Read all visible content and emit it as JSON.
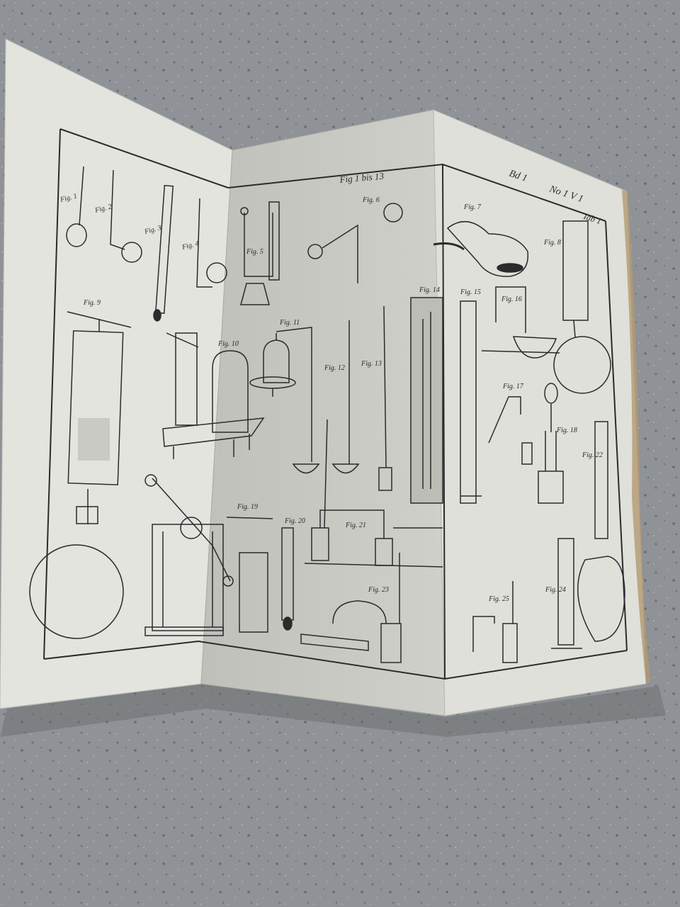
{
  "scene": {
    "kind": "photograph",
    "colors": {
      "concrete": "#8f9296",
      "paper_left": "#e3e4de",
      "paper_mid": "#c7c8c2",
      "paper_right": "#dfe0d9",
      "ink": "#2a2b2d",
      "edge_stain": "#b39a72"
    }
  },
  "plate": {
    "header_left": "Fig 1 bis 13",
    "header_right_a": "Bd 1",
    "header_right_b": "No 1 V 1",
    "tab_label": "Tab 1"
  },
  "figure_labels": [
    "Fig. 1",
    "Fig. 2",
    "Fig. 3",
    "Fig. 4",
    "Fig. 5",
    "Fig. 6",
    "Fig. 7",
    "Fig. 8",
    "Fig. 9",
    "Fig. 10",
    "Fig. 11",
    "Fig. 12",
    "Fig. 13",
    "Fig. 14",
    "Fig. 15",
    "Fig. 16",
    "Fig. 17",
    "Fig. 18",
    "Fig. 19",
    "Fig. 20",
    "Fig. 21",
    "Fig. 22",
    "Fig. 23",
    "Fig. 24",
    "Fig. 25"
  ]
}
